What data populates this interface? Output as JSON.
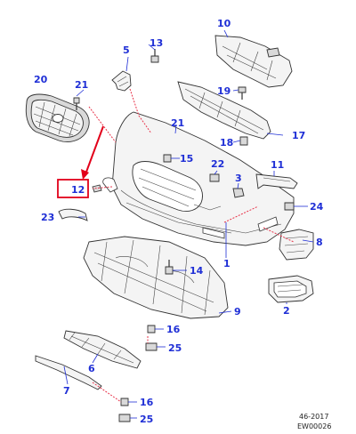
{
  "diagram": {
    "reference": [
      "46-2017",
      "EW00026"
    ],
    "callouts": {
      "c1": "1",
      "c2": "2",
      "c3": "3",
      "c5": "5",
      "c6": "6",
      "c7": "7",
      "c8": "8",
      "c9": "9",
      "c10": "10",
      "c11": "11",
      "c12": "12",
      "c13": "13",
      "c14": "14",
      "c15": "15",
      "c16a": "16",
      "c16b": "16",
      "c17": "17",
      "c18": "18",
      "c19": "19",
      "c20": "20",
      "c21a": "21",
      "c21b": "21",
      "c22": "22",
      "c23": "23",
      "c24": "24",
      "c25a": "25",
      "c25b": "25"
    },
    "highlight": {
      "callout": "12",
      "color": "#e2001a"
    }
  }
}
